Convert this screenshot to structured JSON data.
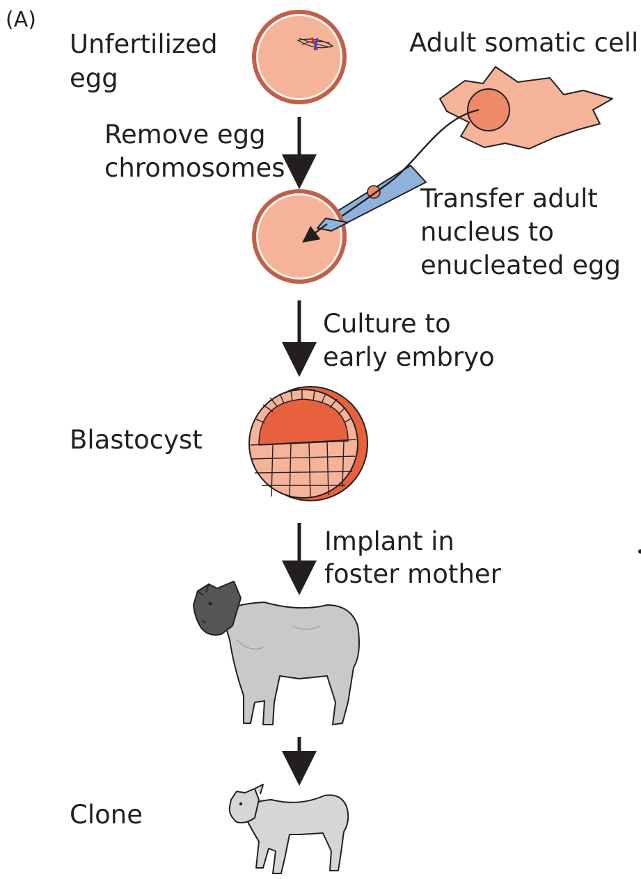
{
  "panel_label": "(A)",
  "labels": {
    "unfertilized_egg": [
      "Unfertilized",
      "egg"
    ],
    "adult_somatic_cell": "Adult somatic cell",
    "remove_chromosomes": [
      "Remove egg",
      "chromosomes"
    ],
    "transfer_nucleus": [
      "Transfer adult",
      "nucleus to",
      "enucleated egg"
    ],
    "culture": [
      "Culture to",
      "early embryo"
    ],
    "blastocyst": "Blastocyst",
    "implant": [
      "Implant in",
      "foster mother"
    ],
    "clone": "Clone"
  },
  "colors": {
    "egg_fill": "#f5b39a",
    "egg_rim": "#c0604a",
    "nucleus_fill": "#ee8a68",
    "blastocoel_fill": "#e8613f",
    "pipette_fill": "#8fb2dc",
    "sheep_body": "#c9c9c9",
    "sheep_face": "#555555",
    "lamb_body": "#d6d6d6",
    "ink": "#231f20"
  }
}
